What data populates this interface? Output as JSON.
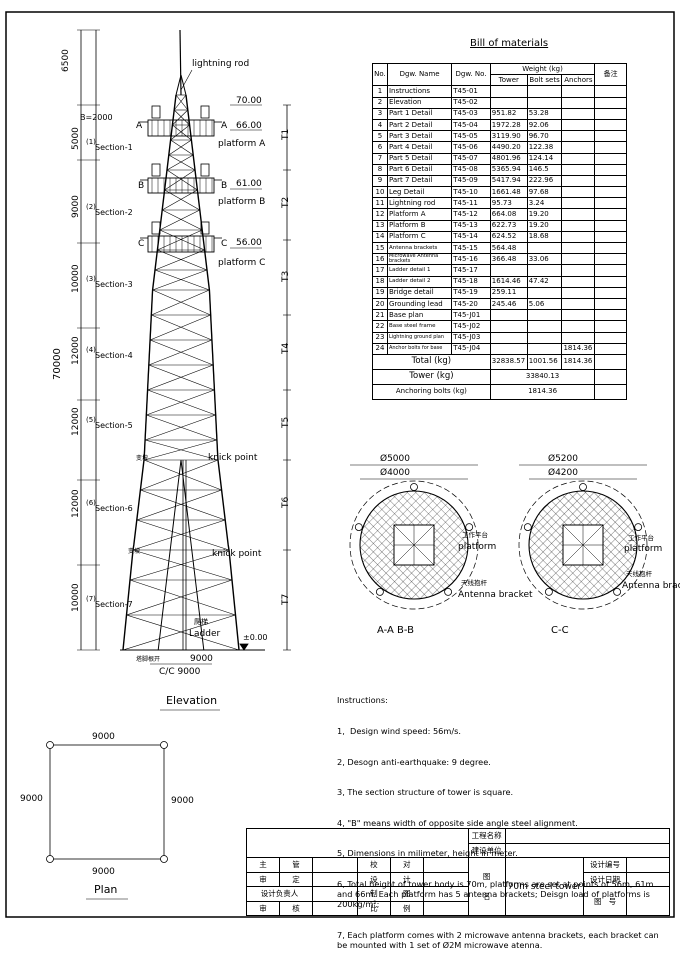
{
  "elevation": {
    "dims_left": [
      "6500",
      "5000",
      "9000",
      "10000",
      "12000",
      "12000",
      "12000",
      "10000"
    ],
    "total_height": "70000",
    "b_label": "B=2000",
    "sections": [
      "Section-1",
      "Section-2",
      "Section-3",
      "Section-4",
      "Section-5",
      "Section-6",
      "Section-7"
    ],
    "section_marks": [
      "(1)",
      "(2)",
      "(3)",
      "(4)",
      "(5)",
      "(6)",
      "(7)"
    ],
    "tiers": [
      "T1",
      "T2",
      "T3",
      "T4",
      "T5",
      "T6",
      "T7"
    ],
    "lightning_rod": "lightning rod",
    "platforms": [
      {
        "letter": "A",
        "level": "70.00",
        "level2": "66.00",
        "label": "platform A"
      },
      {
        "letter": "B",
        "level": "61.00",
        "label": "platform B"
      },
      {
        "letter": "C",
        "level": "56.00",
        "label": "platform C"
      }
    ],
    "knick_point": "knick point",
    "knick_cn": "变坡",
    "ladder_cn": "爬梯",
    "ladder": "Ladder",
    "ground_level": "±0.00",
    "base_cn": "塔脚根开",
    "base_dim": "9000",
    "cc": "C/C 9000",
    "title": "Elevation"
  },
  "bom": {
    "title": "Bill of materials",
    "headers": {
      "no": "No.",
      "name": "Dgw. Name",
      "dgw": "Dgw. No.",
      "weight": "Weight (kg)",
      "tower": "Tower",
      "bolt": "Bolt sets",
      "anchors": "Anchors",
      "note": "备注"
    },
    "rows": [
      [
        "1",
        "Instructions",
        "T45-01",
        "",
        "",
        ""
      ],
      [
        "2",
        "Elevation",
        "T45-02",
        "",
        "",
        ""
      ],
      [
        "3",
        "Part 1 Detail",
        "T45-03",
        "951.82",
        "53.28",
        ""
      ],
      [
        "4",
        "Part 2 Detail",
        "T45-04",
        "1972.28",
        "92.06",
        ""
      ],
      [
        "5",
        "Part 3 Detail",
        "T45-05",
        "3119.90",
        "96.70",
        ""
      ],
      [
        "6",
        "Part 4 Detail",
        "T45-06",
        "4490.20",
        "122.38",
        ""
      ],
      [
        "7",
        "Part 5 Detail",
        "T45-07",
        "4801.96",
        "124.14",
        ""
      ],
      [
        "8",
        "Part 6 Detail",
        "T45-08",
        "5365.94",
        "146.5",
        ""
      ],
      [
        "9",
        "Part 7 Detail",
        "T45-09",
        "5417.94",
        "222.96",
        ""
      ],
      [
        "10",
        "Leg Detail",
        "T45-10",
        "1661.48",
        "97.68",
        ""
      ],
      [
        "11",
        "Lightning rod",
        "T45-11",
        "95.73",
        "3.24",
        ""
      ],
      [
        "12",
        "Platform A",
        "T45-12",
        "664.08",
        "19.20",
        ""
      ],
      [
        "13",
        "Platform B",
        "T45-13",
        "622.73",
        "19.20",
        ""
      ],
      [
        "14",
        "Platform C",
        "T45-14",
        "624.52",
        "18.68",
        ""
      ],
      [
        "15",
        "Antenna brackets",
        "T45-15",
        "564.48",
        "",
        ""
      ],
      [
        "16",
        "Microwave Antenna brackets",
        "T45-16",
        "366.48",
        "33.06",
        ""
      ],
      [
        "17",
        "Ladder detail 1",
        "T45-17",
        "",
        "",
        ""
      ],
      [
        "18",
        "Ladder detail 2",
        "T45-18",
        "1614.46",
        "47.42",
        ""
      ],
      [
        "19",
        "Bridge detail",
        "T45-19",
        "259.11",
        "",
        ""
      ],
      [
        "20",
        "Grounding lead",
        "T45-20",
        "245.46",
        "5.06",
        ""
      ],
      [
        "21",
        "Base plan",
        "T45-J01",
        "",
        "",
        ""
      ],
      [
        "22",
        "Base steel frame",
        "T45-J02",
        "",
        "",
        ""
      ],
      [
        "23",
        "Lightning ground plan",
        "T45-J03",
        "",
        "",
        ""
      ],
      [
        "24",
        "Anchor bolts for base",
        "T45-J04",
        "",
        "",
        "1814.36"
      ]
    ],
    "total_label": "Total (kg)",
    "total_tower": "32838.57",
    "total_bolt": "1001.56",
    "total_anchor": "1814.36",
    "tower_label": "Tower (kg)",
    "tower_value": "33840.13",
    "anchor_label": "Anchoring bolts",
    "anchor_unit": "(kg)",
    "anchor_value": "1814.36"
  },
  "sections_view": [
    {
      "outer": "Ø5000",
      "inner": "Ø4000",
      "caption": "A-A  B-B"
    },
    {
      "outer": "Ø5200",
      "inner": "Ø4200",
      "caption": "C-C"
    }
  ],
  "section_labels": {
    "platform_cn": "工作平台",
    "platform": "platform",
    "bracket_cn": "天线抱杆",
    "bracket": "Antenna bracket"
  },
  "instructions": {
    "title": "Instructions:",
    "lines": [
      "1,  Design wind speed: 56m/s.",
      "2, Desogn anti-earthquake: 9 degree.",
      "3, The section structure of tower is square.",
      "4, \"B\" means width of opposite side angle steel alignment.",
      "5, Dimensions in milimeter, height in meter.",
      "6, Total height of tower body is 70m, platforms are set at points of 56m, 61m and 66m. Each platform has 5 antenna brackets; Deisgn load of platforms is 200kg/m²;",
      "7, Each platform comes with 2 microwave antenna brackets, each bracket can be mounted with 1 set of Ø2M microwave atenna."
    ]
  },
  "plan": {
    "top": "9000",
    "bottom": "9000",
    "left": "9000",
    "right": "9000",
    "title": "Plan"
  },
  "title_block": {
    "project_name": "工程名称",
    "build_unit": "建设单位",
    "r1": [
      "主",
      "管",
      "校",
      "对"
    ],
    "r2": [
      "审",
      "定",
      "设",
      "计"
    ],
    "r3": [
      "设计负责人",
      "制",
      "图"
    ],
    "r4": [
      "审",
      "核",
      "比",
      "例"
    ],
    "figure_cn": "图",
    "name_cn": "名",
    "drawing_title": "70m steel tower",
    "design_no": "设计编号",
    "design_date": "设计日期",
    "figure_no": "图",
    "no_cn": "号"
  }
}
